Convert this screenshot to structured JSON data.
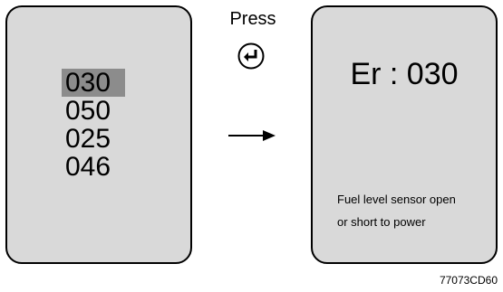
{
  "left_screen": {
    "codes": [
      "030",
      "050",
      "025",
      "046"
    ],
    "selected_index": 0
  },
  "press_label": "Press",
  "enter_icon": "enter-return-icon",
  "arrow_icon": "right-arrow-icon",
  "right_screen": {
    "error_title": "Er : 030",
    "message_line1": "Fuel level sensor open",
    "message_line2": "or short to power"
  },
  "figure_id": "77073CD60",
  "colors": {
    "screen_bg": "#d9d9d9",
    "highlight": "#8c8c8c"
  }
}
